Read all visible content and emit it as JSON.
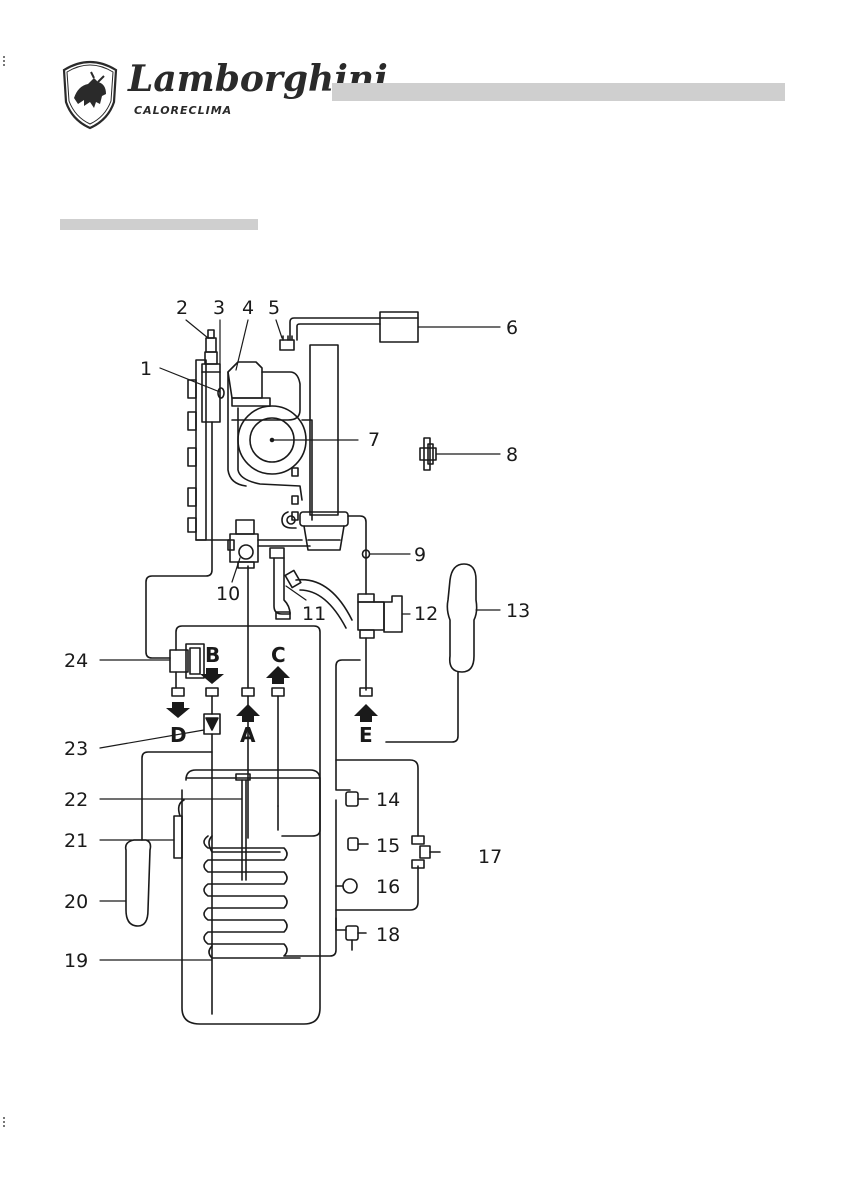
{
  "brand": {
    "name": "Lamborghini",
    "sub": "CALORECLIMA"
  },
  "components": [
    "1",
    "2",
    "3",
    "4",
    "5",
    "6",
    "7",
    "8",
    "9",
    "10",
    "11",
    "12",
    "13",
    "14",
    "15",
    "16",
    "17",
    "18",
    "19",
    "20",
    "21",
    "22",
    "23",
    "24"
  ],
  "ports": [
    "A",
    "B",
    "C",
    "D",
    "E"
  ],
  "colors": {
    "line": "#1a1a1a",
    "bar": "#cfcfcf"
  }
}
